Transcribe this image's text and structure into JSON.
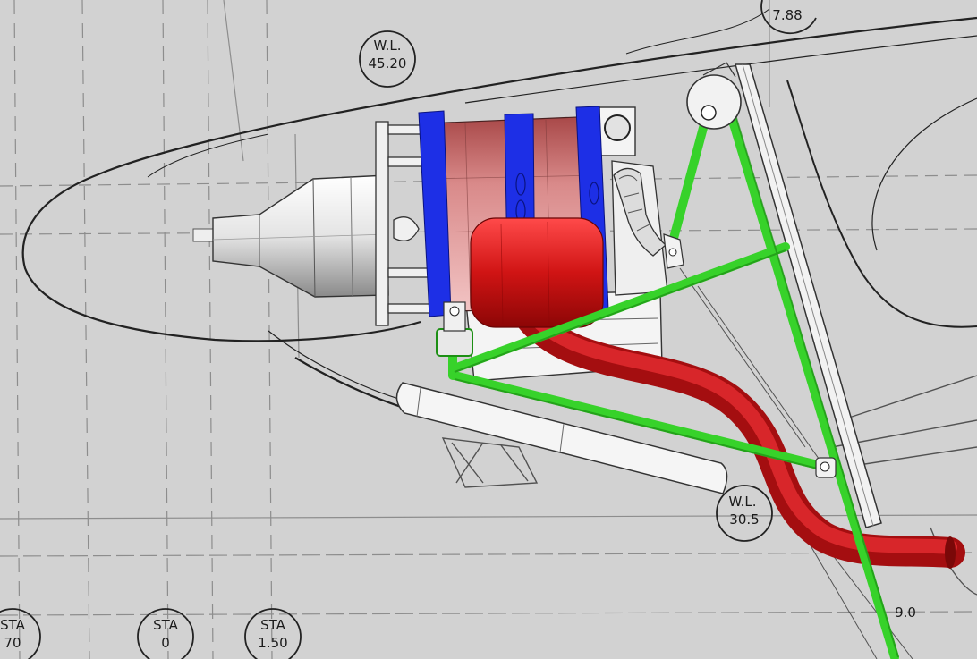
{
  "drawing": {
    "labels": {
      "wl_top_1": "W.L.",
      "wl_top_2": "45.20",
      "wl_low_1": "W.L.",
      "wl_low_2": "30.5",
      "top_right": "7.88",
      "sta_1a": "STA",
      "sta_1b": "70",
      "sta_2a": "STA",
      "sta_2b": "0",
      "sta_3a": "STA",
      "sta_3b": "1.50",
      "bottom_right": "9.0"
    }
  },
  "colors": {
    "paper": "#d2d2d2",
    "linework": "#2a2a2a",
    "mount_tube": "#37d22a",
    "exhaust": "#c4161a",
    "intake": "#d41a1a",
    "cylinder_band": "#1d2fe6",
    "cylinder_body": "#c86a6a",
    "gear_housing": "#f2f2f2"
  }
}
